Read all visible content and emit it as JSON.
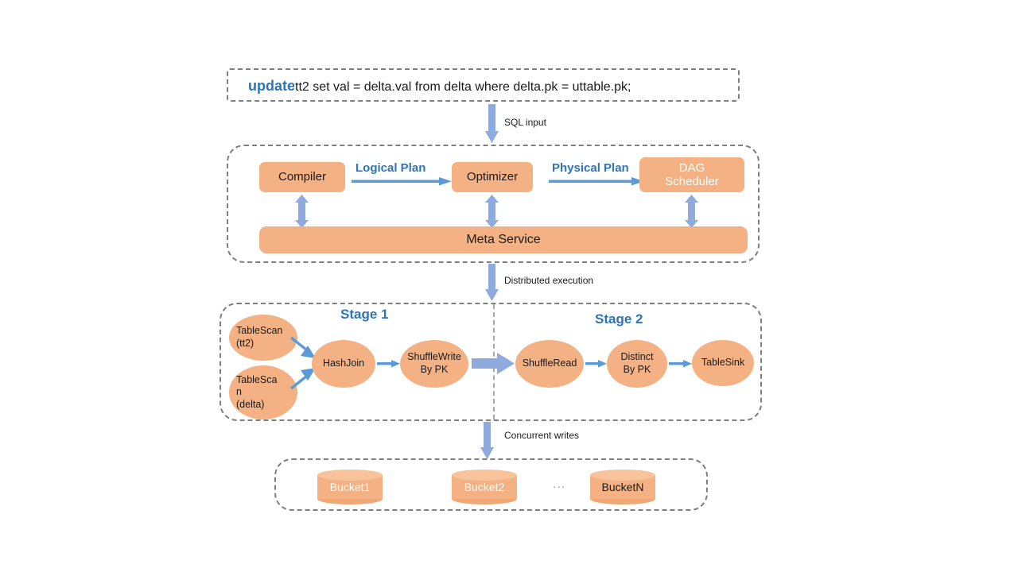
{
  "diagram": {
    "title": "Distributed SQL update execution pipeline",
    "colors": {
      "node_fill": "#F4B183",
      "accent_blue": "#2E75B6",
      "arrow_blue": "#8FAADC",
      "thin_arrow_blue": "#5B9BD5",
      "dashed_border": "#7f7f7f"
    }
  },
  "sql": {
    "keyword": "update",
    "statement": "tt2 set val = delta.val  from delta where delta.pk = uttable.pk;"
  },
  "flow_labels": {
    "sql_input": "SQL input",
    "distributed_execution": "Distributed execution",
    "concurrent_writes": "Concurrent writes"
  },
  "planner": {
    "nodes": [
      {
        "label": "Compiler",
        "text_color": "dark"
      },
      {
        "label": "Optimizer",
        "text_color": "dark"
      },
      {
        "label": "DAG\nScheduler",
        "line1": "DAG",
        "line2": "Scheduler",
        "text_color": "white"
      }
    ],
    "edge_labels": [
      "Logical Plan",
      "Physical Plan"
    ],
    "meta_service": "Meta Service"
  },
  "stages": [
    {
      "title": "Stage 1",
      "nodes": [
        {
          "line1": "TableScan",
          "line2": "(tt2)",
          "align": "left"
        },
        {
          "line1": "TableSca",
          "line2": "n",
          "line3": "(delta)",
          "align": "left"
        },
        {
          "line1": "HashJoin",
          "align": "center"
        },
        {
          "line1": "ShuffleWrite",
          "line2": "By PK",
          "align": "center"
        }
      ]
    },
    {
      "title": "Stage 2",
      "nodes": [
        {
          "line1": "ShuffleRead",
          "align": "center"
        },
        {
          "line1": "Distinct",
          "line2": "By PK",
          "align": "center"
        },
        {
          "line1": "TableSink",
          "align": "center"
        }
      ]
    }
  ],
  "buckets": {
    "items": [
      {
        "label": "Bucket1",
        "text_color": "white"
      },
      {
        "label": "Bucket2",
        "text_color": "white"
      },
      {
        "label": "BucketN",
        "text_color": "dark"
      }
    ],
    "ellipsis": "..."
  }
}
